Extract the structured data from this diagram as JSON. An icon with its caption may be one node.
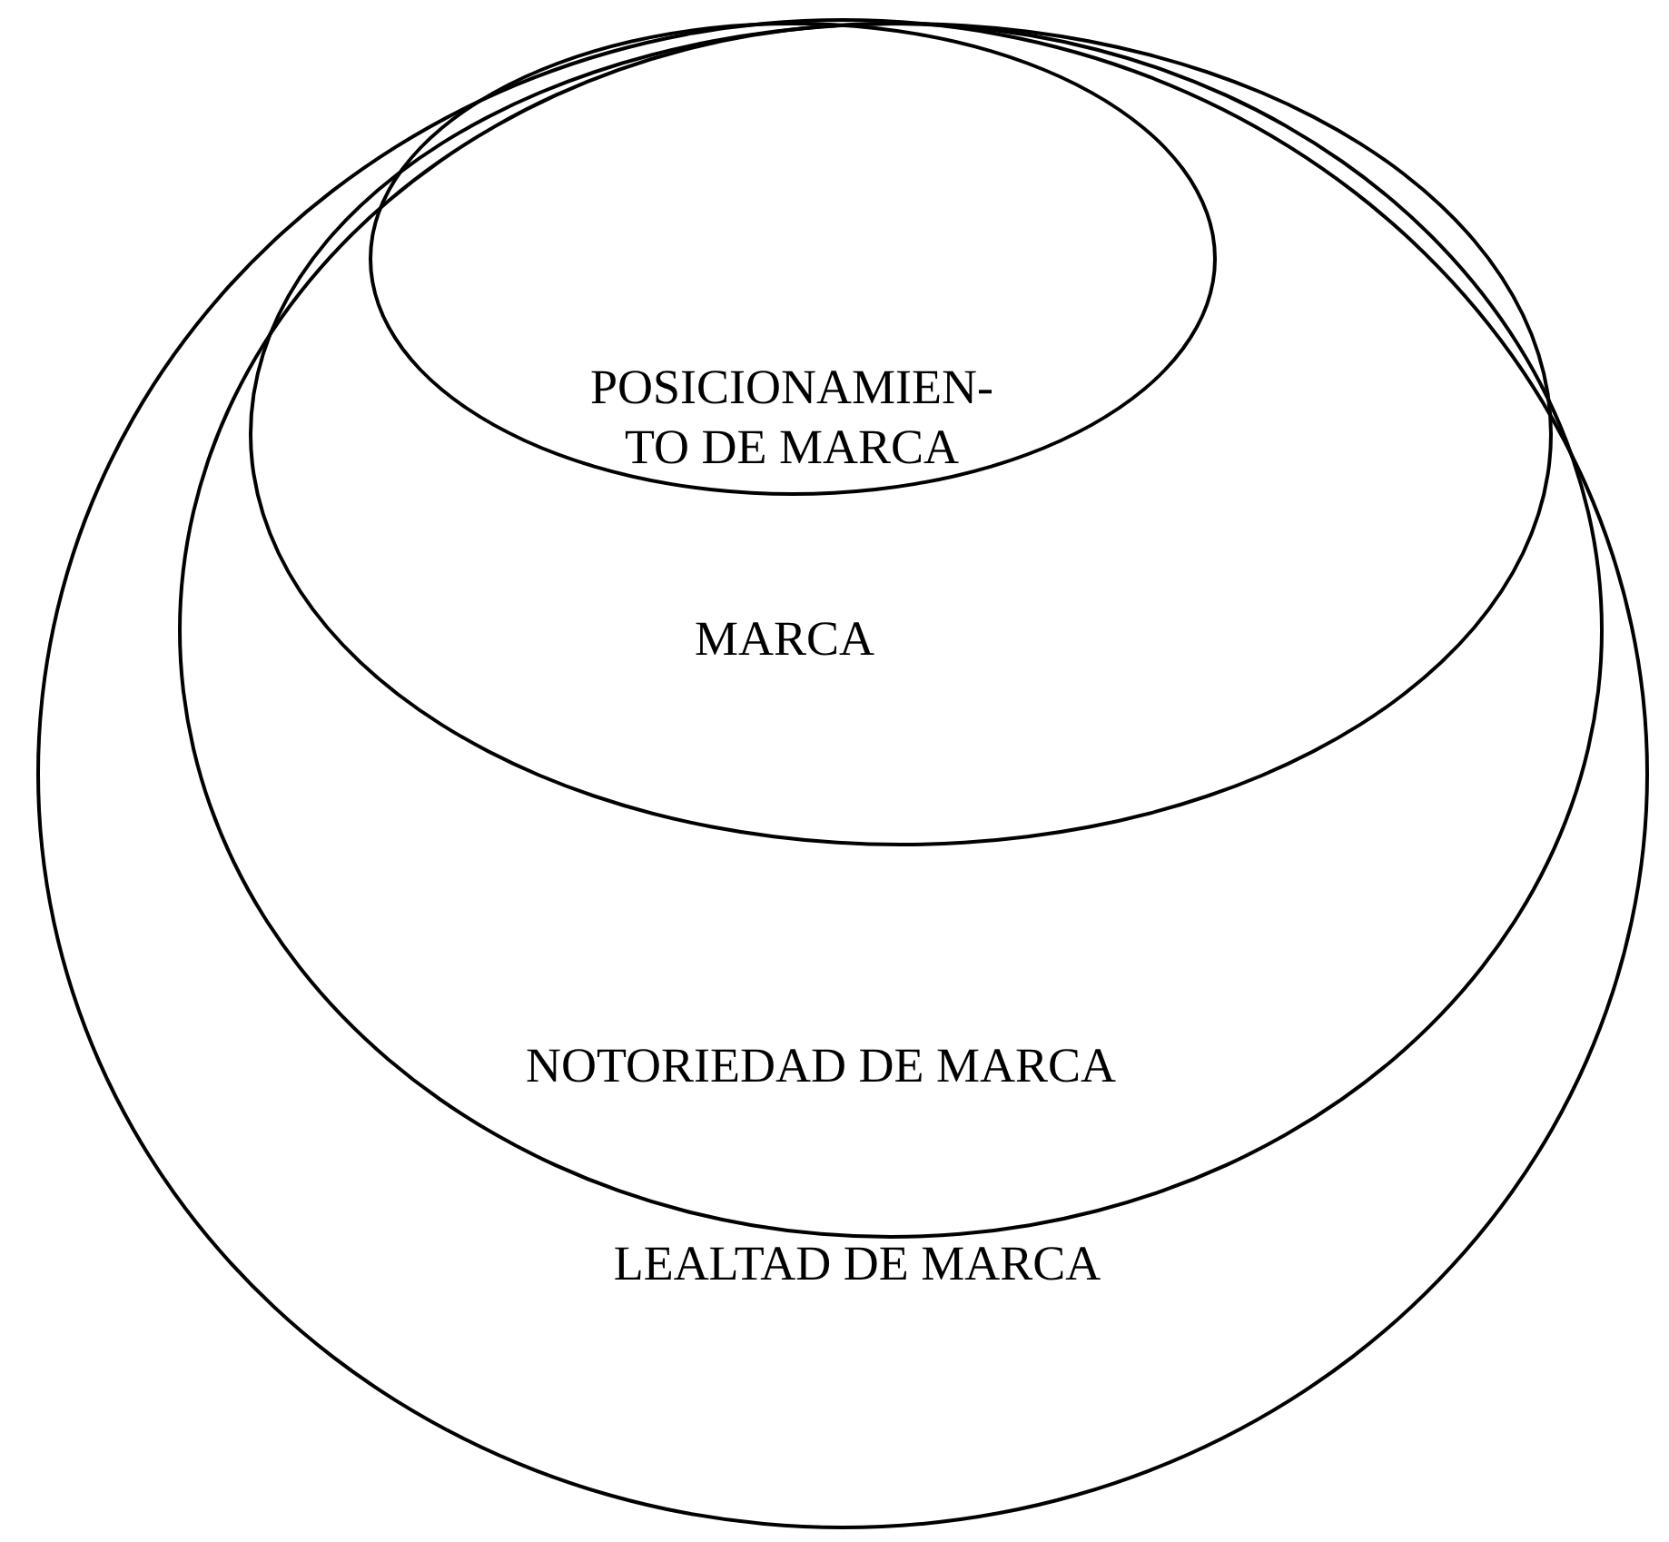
{
  "diagram": {
    "nodes": [
      {
        "text": [
          "LEALTAD DE MARCA"
        ]
      },
      {
        "text": [
          "NOTORIEDAD DE MARCA"
        ],
        "in": 0
      },
      {
        "text": [
          "MARCA"
        ],
        "in": 1
      },
      {
        "text": [
          "POSICIONAMIEN- TO DE MARCA"
        ],
        "in": 2
      }
    ]
  }
}
